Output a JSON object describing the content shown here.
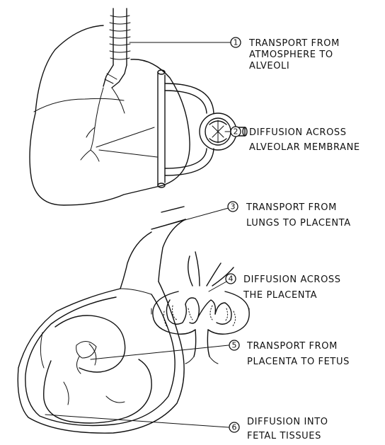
{
  "steps": [
    {
      "number": "1",
      "lines": [
        "TRANSPORT FROM",
        "ATMOSPHERE TO",
        "ALVEOLI"
      ]
    },
    {
      "number": "2",
      "lines": [
        "DIFFUSION ACROSS",
        "ALVEOLAR MEMBRANE"
      ]
    },
    {
      "number": "3",
      "lines": [
        "TRANSPORT FROM",
        "LUNGS TO PLACENTA"
      ]
    },
    {
      "number": "4",
      "lines": [
        "DIFFUSION ACROSS",
        "THE PLACENTA"
      ]
    },
    {
      "number": "5",
      "lines": [
        "TRANSPORT FROM",
        "PLACENTA TO FETUS"
      ]
    },
    {
      "number": "6",
      "lines": [
        "DIFFUSION INTO",
        "FETAL TISSUES"
      ]
    }
  ]
}
